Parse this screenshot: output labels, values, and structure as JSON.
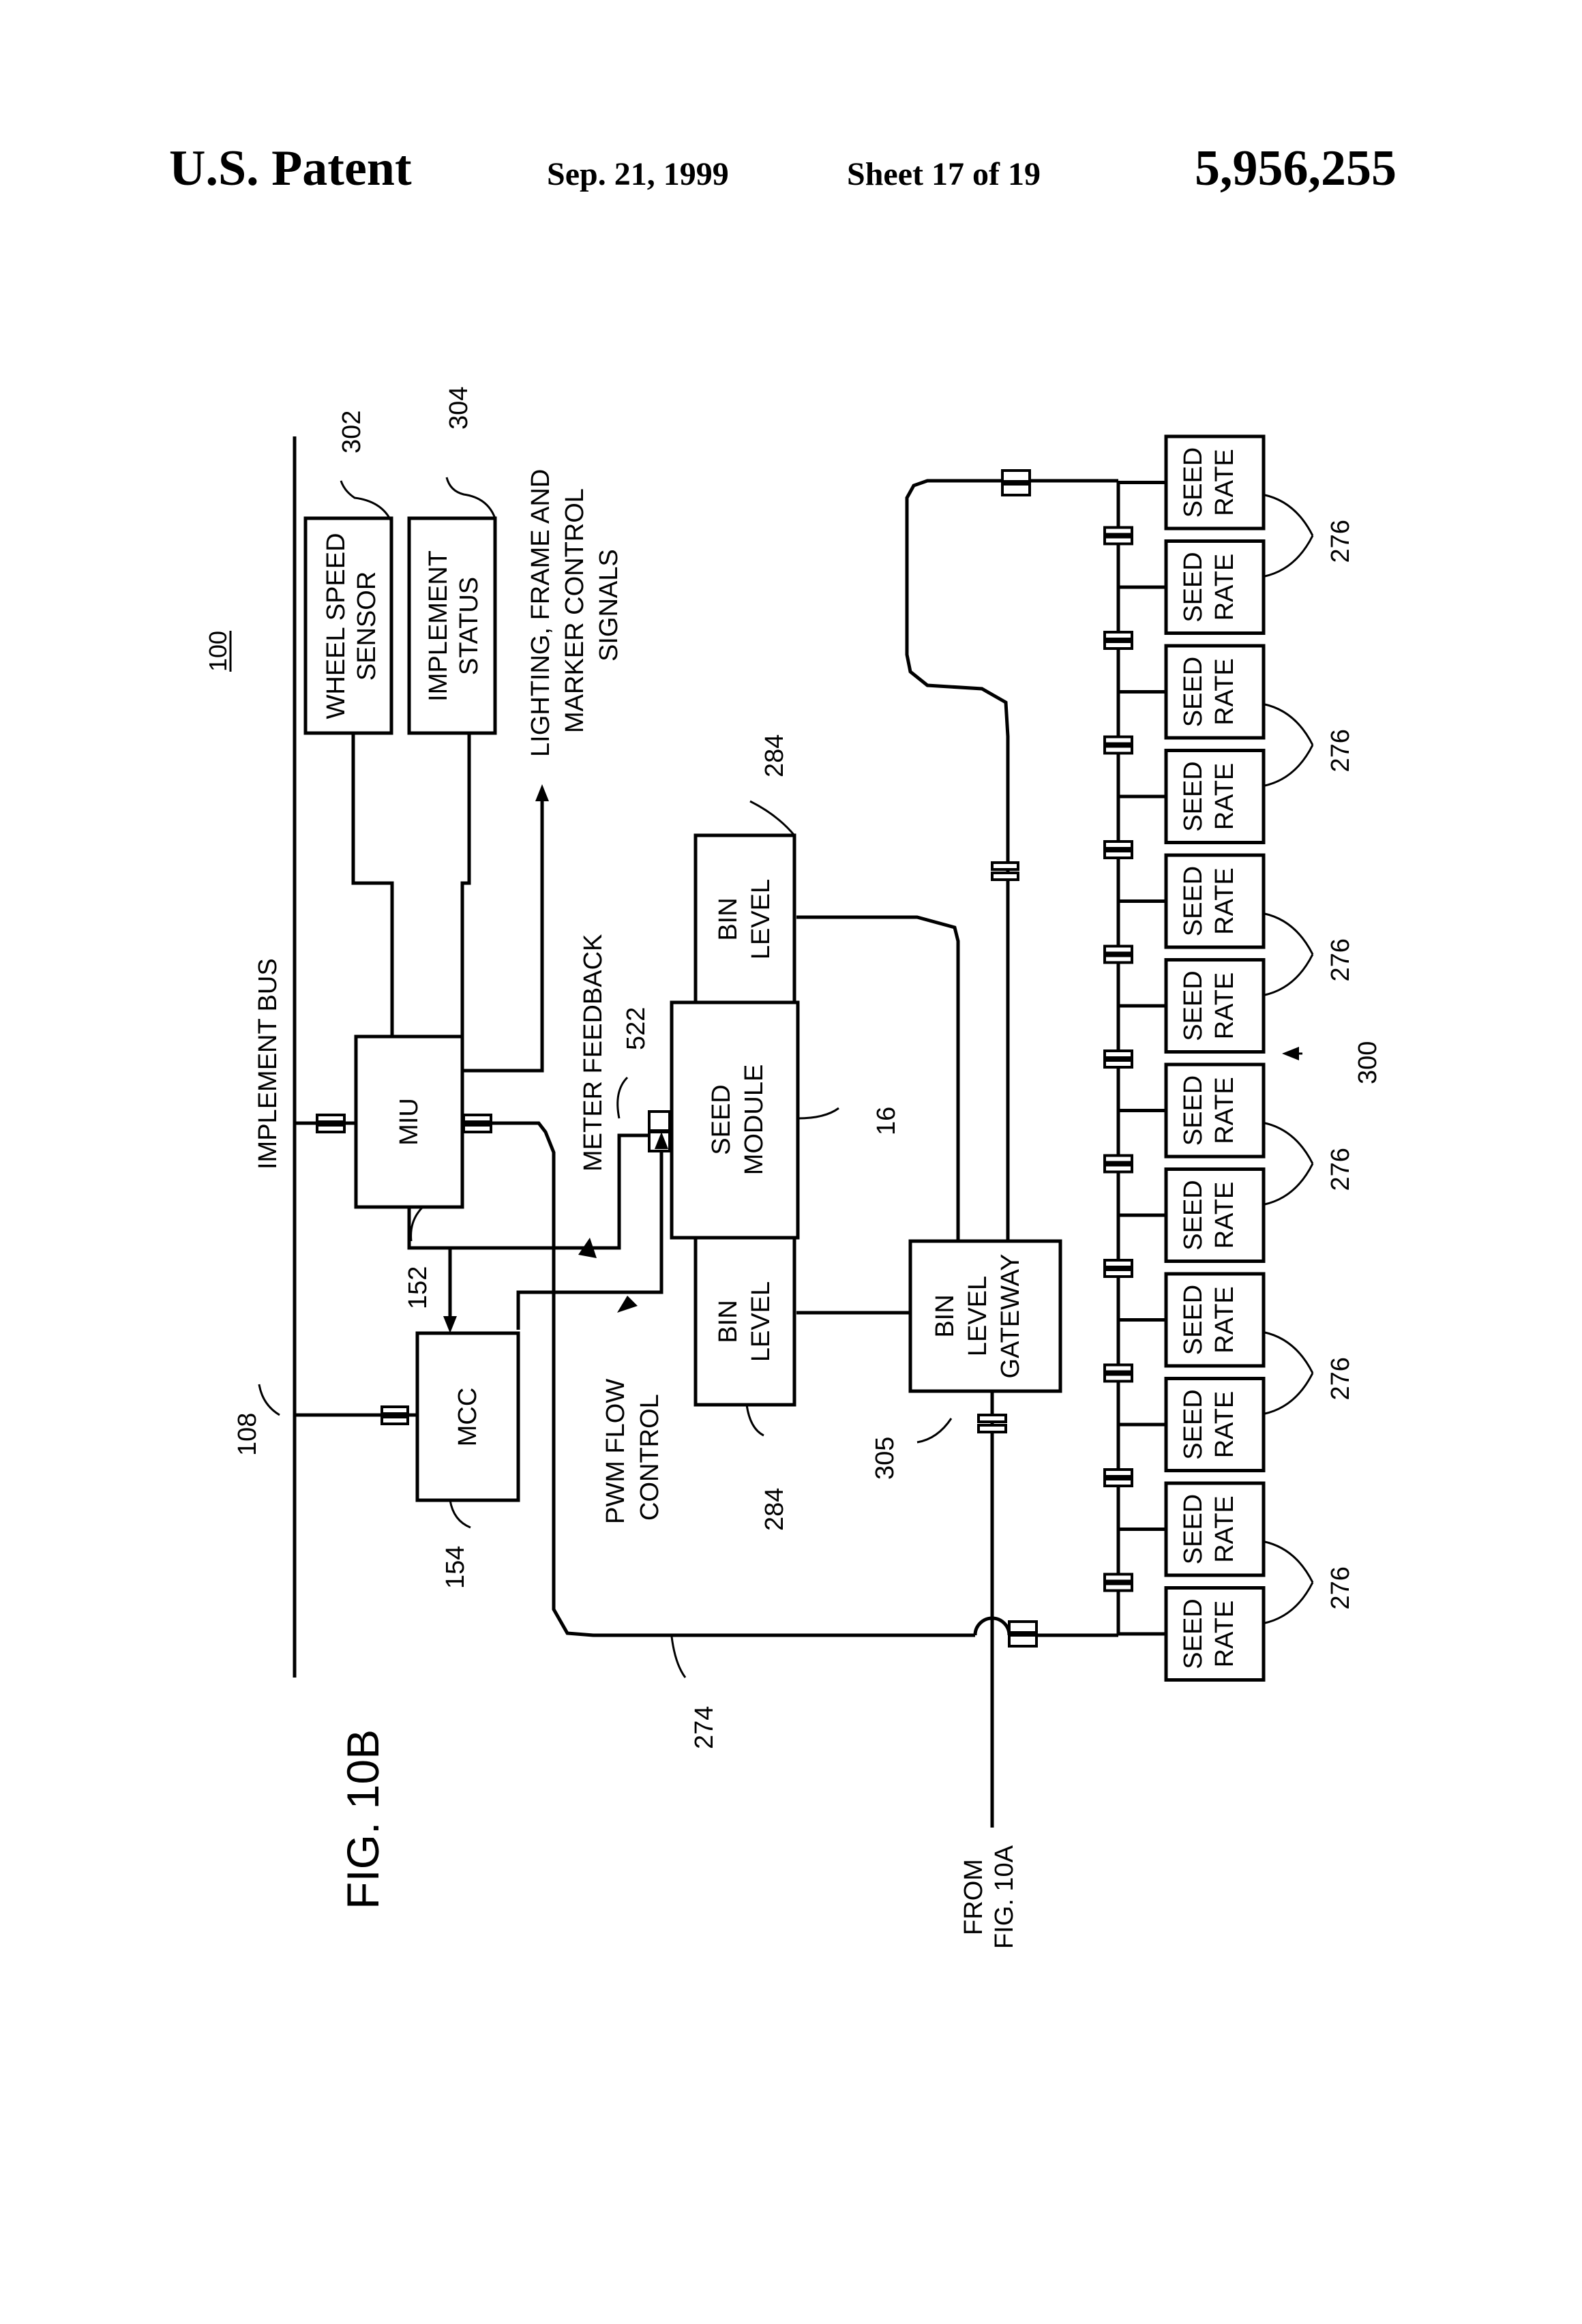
{
  "header": {
    "title": "U.S. Patent",
    "date": "Sep. 21, 1999",
    "sheet": "Sheet 17 of 19",
    "patent_number": "5,956,255"
  },
  "figure": {
    "label": "FIG. 10B",
    "ref_100": "100",
    "bus_label": "IMPLEMENT BUS",
    "ref_108": "108",
    "wheel_speed_l1": "WHEEL SPEED",
    "wheel_speed_l2": "SENSOR",
    "ref_302": "302",
    "impl_status_l1": "IMPLEMENT",
    "impl_status_l2": "STATUS",
    "ref_304": "304",
    "lighting_l1": "LIGHTING, FRAME AND",
    "lighting_l2": "MARKER CONTROL",
    "lighting_l3": "SIGNALS",
    "miu": "MIU",
    "ref_152": "152",
    "mcc": "MCC",
    "ref_154": "154",
    "meter_feedback": "METER FEEDBACK",
    "ref_522": "522",
    "pwm_l1": "PWM  FLOW",
    "pwm_l2": "CONTROL",
    "seed_module_l1": "SEED",
    "seed_module_l2": "MODULE",
    "ref_16": "16",
    "bin_l1": "BIN",
    "bin_l2": "LEVEL",
    "ref_284": "284",
    "gateway_l1": "BIN",
    "gateway_l2": "LEVEL",
    "gateway_l3": "GATEWAY",
    "ref_305": "305",
    "ref_274": "274",
    "from_l1": "FROM",
    "from_l2": "FIG. 10A",
    "seed_l1": "SEED",
    "seed_l2": "RATE",
    "ref_276": "276",
    "ref_300": "300"
  }
}
